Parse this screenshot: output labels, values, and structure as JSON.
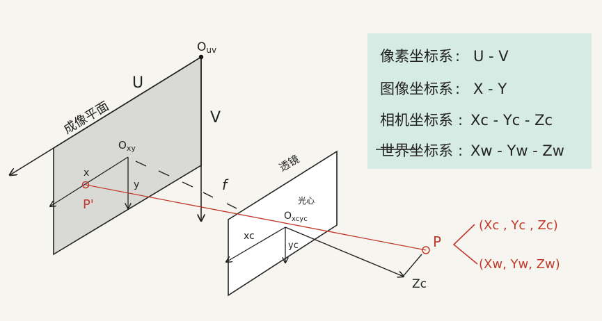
{
  "colors": {
    "background": "#f7f5ef",
    "ink": "#222222",
    "plane_fill": "#d9d9d6",
    "legend_fill": "#d6ebe4",
    "ray": "#c0392b"
  },
  "labels": {
    "o_uv": "O",
    "o_uv_sub": "uv",
    "u_axis": "U",
    "v_axis": "V",
    "image_plane": "成像平面",
    "o_xy": "O",
    "o_xy_sub": "xy",
    "x_axis": "x",
    "y_axis": "y",
    "p_prime": "P'",
    "focal": "f",
    "lens": "透镜",
    "optical_center": "光心",
    "o_c": "O",
    "o_c_sub": "xcyc",
    "xc_axis": "xc",
    "yc_axis": "yc",
    "zc_axis": "Zc",
    "point_p": "P",
    "camera_coords": "(Xc , Yc , Zc)",
    "world_coords": "(Xw, Yw, Zw)"
  },
  "legend": [
    {
      "name": "像素坐标系",
      "value": "U - V"
    },
    {
      "name": "图像坐标系",
      "value": "X - Y"
    },
    {
      "name": "相机坐标系",
      "value": "Xc - Yc - Zc"
    },
    {
      "name": "世界坐标系",
      "value": "Xw - Yw - Zw"
    }
  ],
  "legend_separator": ":"
}
